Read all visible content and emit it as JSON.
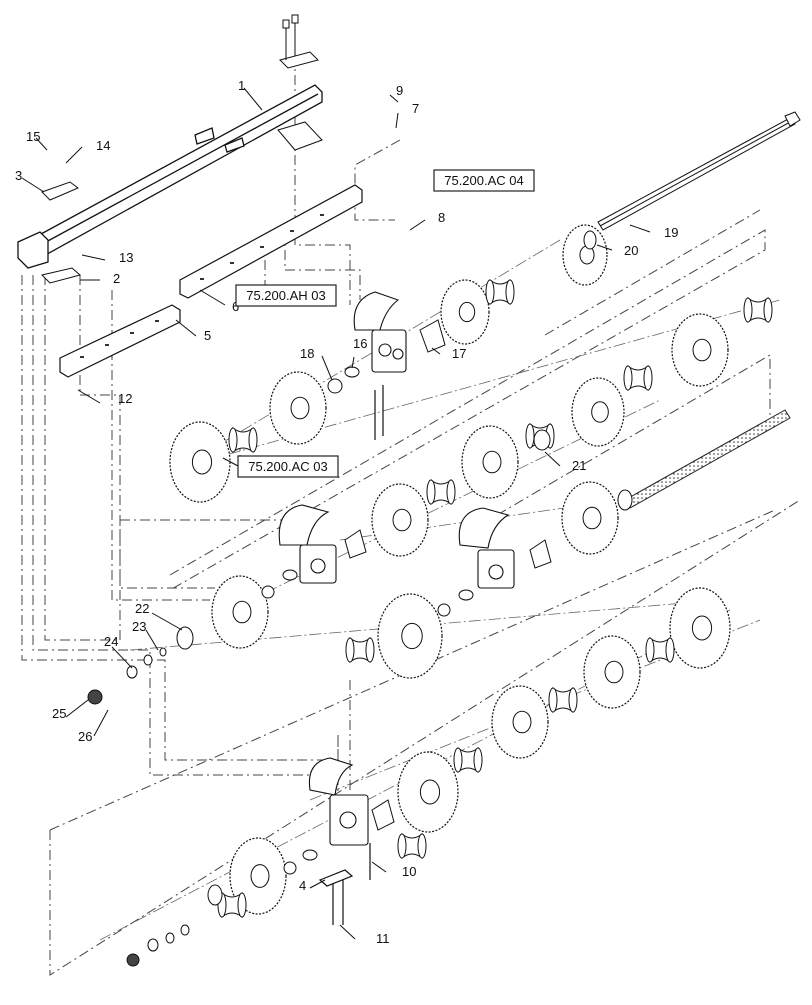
{
  "diagram": {
    "callouts": [
      "1",
      "2",
      "3",
      "4",
      "5",
      "6",
      "7",
      "8",
      "9",
      "10",
      "11",
      "12",
      "13",
      "14",
      "15",
      "16",
      "17",
      "18",
      "19",
      "20",
      "21",
      "22",
      "23",
      "24",
      "25",
      "26"
    ],
    "references": [
      "75.200.AC 04",
      "75.200.AH 03",
      "75.200.AC 03"
    ]
  }
}
